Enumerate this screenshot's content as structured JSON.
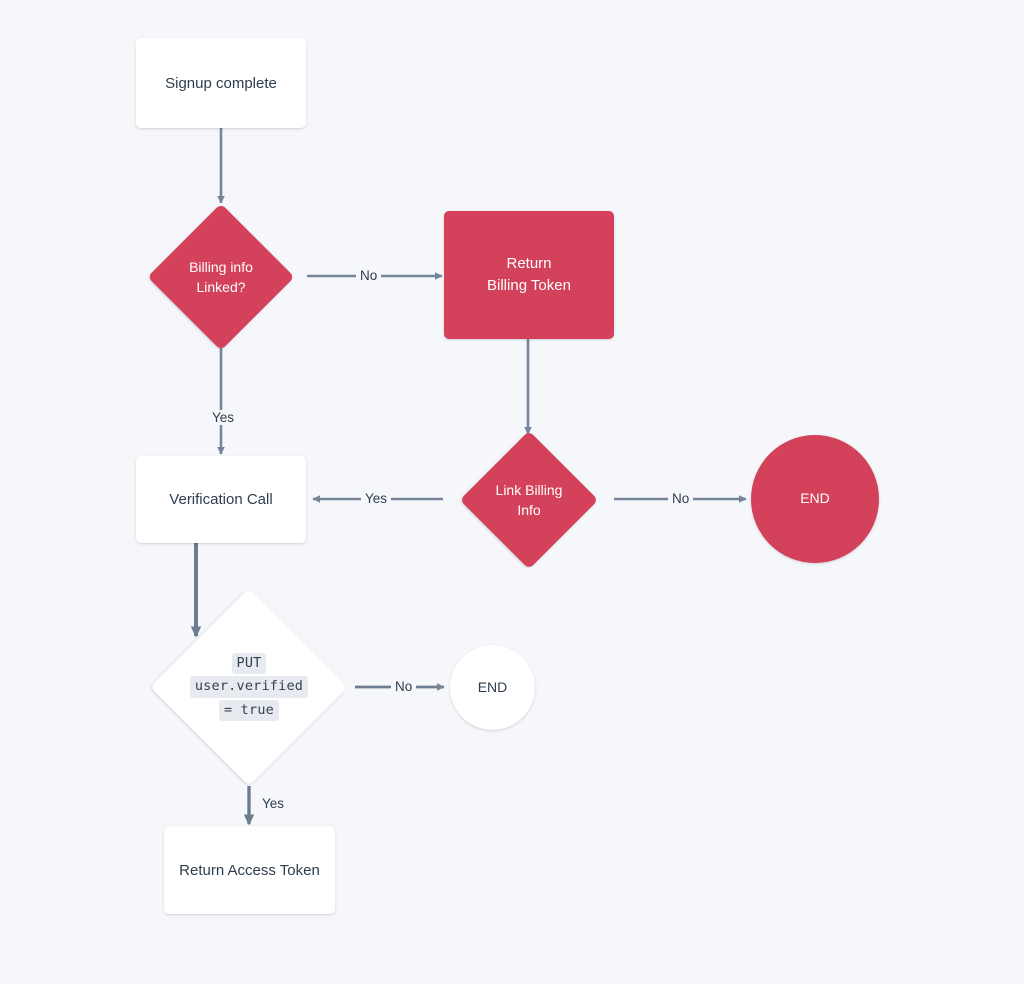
{
  "diagram": {
    "type": "flowchart",
    "title": "Signup / billing verification flow",
    "background_color": "#f6f7fa",
    "accent_color": "#d3415a",
    "text_color": "#2e3d4d",
    "connector_color": "#76869a",
    "nodes": [
      {
        "id": "signup",
        "shape": "rectangle",
        "label": "Signup complete",
        "fill": "white"
      },
      {
        "id": "billing_linked",
        "shape": "diamond",
        "label": "Billing info\nLinked?",
        "fill": "accent"
      },
      {
        "id": "return_billing",
        "shape": "rectangle",
        "label": "Return\nBilling Token",
        "fill": "accent"
      },
      {
        "id": "link_billing",
        "shape": "diamond",
        "label": "Link Billing\nInfo",
        "fill": "accent"
      },
      {
        "id": "end_red",
        "shape": "circle",
        "label": "END",
        "fill": "accent"
      },
      {
        "id": "verification",
        "shape": "rectangle",
        "label": "Verification Call",
        "fill": "white"
      },
      {
        "id": "put_verified",
        "shape": "diamond",
        "label": "PUT user.verified = true",
        "fill": "white",
        "code_lines": [
          "PUT",
          "user.verified",
          "= true"
        ]
      },
      {
        "id": "end_white",
        "shape": "circle",
        "label": "END",
        "fill": "white"
      },
      {
        "id": "access_token",
        "shape": "rectangle",
        "label": "Return Access Token",
        "fill": "white"
      }
    ],
    "edges": [
      {
        "from": "signup",
        "to": "billing_linked",
        "label": ""
      },
      {
        "from": "billing_linked",
        "to": "return_billing",
        "label": "No"
      },
      {
        "from": "billing_linked",
        "to": "verification",
        "label": "Yes"
      },
      {
        "from": "return_billing",
        "to": "link_billing",
        "label": ""
      },
      {
        "from": "link_billing",
        "to": "verification",
        "label": "Yes"
      },
      {
        "from": "link_billing",
        "to": "end_red",
        "label": "No"
      },
      {
        "from": "verification",
        "to": "put_verified",
        "label": ""
      },
      {
        "from": "put_verified",
        "to": "end_white",
        "label": "No"
      },
      {
        "from": "put_verified",
        "to": "access_token",
        "label": "Yes"
      }
    ],
    "labels": {
      "signup": "Signup complete",
      "billing_linked_l1": "Billing info",
      "billing_linked_l2": "Linked?",
      "return_billing_l1": "Return",
      "return_billing_l2": "Billing Token",
      "link_billing_l1": "Link Billing",
      "link_billing_l2": "Info",
      "end_red": "END",
      "verification": "Verification Call",
      "code_l1": "PUT",
      "code_l2": "user.verified",
      "code_l3": "= true",
      "end_white": "END",
      "access_token": "Return Access Token",
      "edge_no_1": "No",
      "edge_yes_1": "Yes",
      "edge_yes_2": "Yes",
      "edge_no_2": "No",
      "edge_no_3": "No",
      "edge_yes_3": "Yes"
    }
  }
}
